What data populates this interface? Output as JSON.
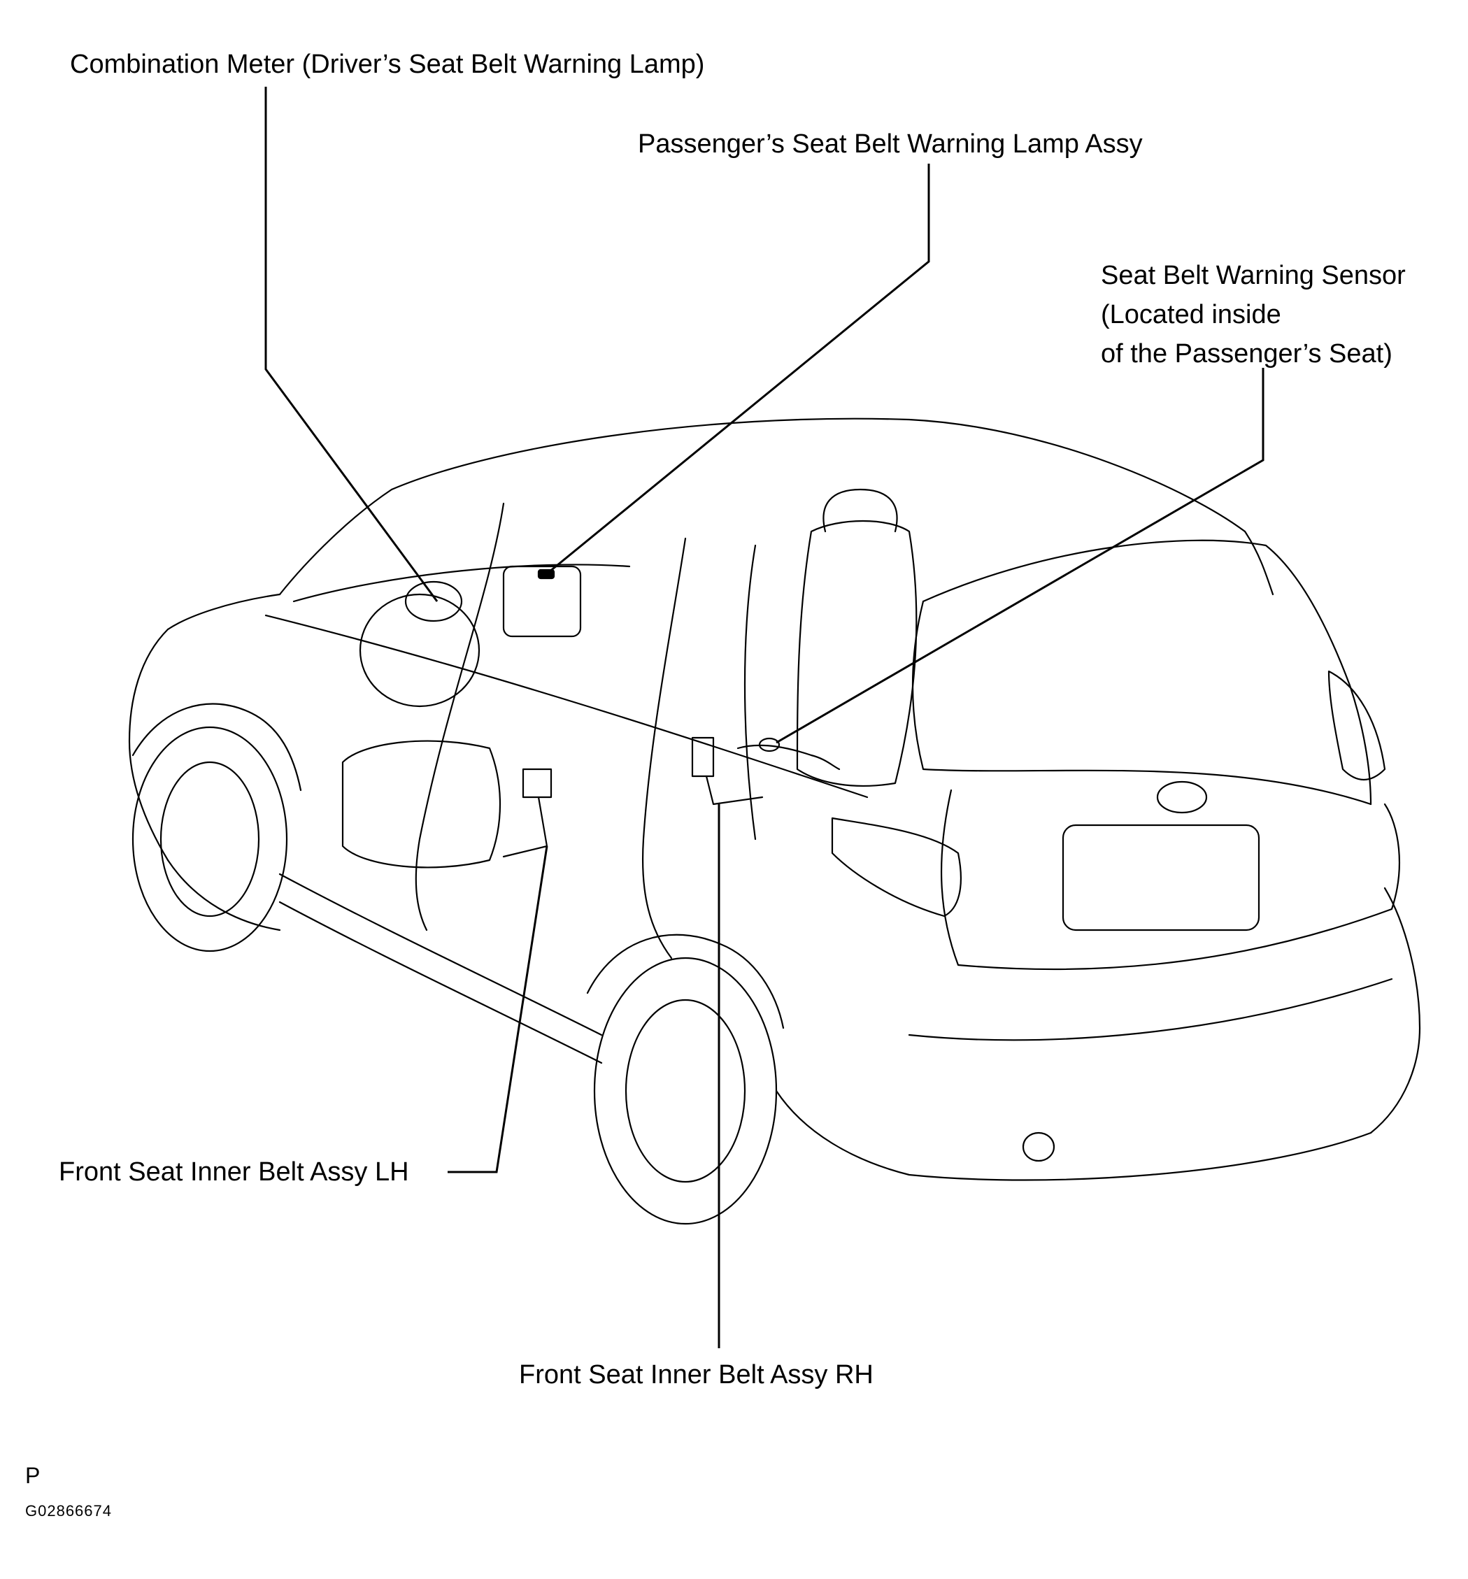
{
  "labels": {
    "combination_meter": "Combination Meter (Driver’s Seat Belt Warning Lamp)",
    "passenger_lamp": "Passenger’s Seat Belt Warning Lamp Assy",
    "sensor_line1": "Seat Belt Warning Sensor",
    "sensor_line2": "(Located inside",
    "sensor_line3": "of the Passenger’s Seat)",
    "inner_belt_lh": "Front Seat Inner Belt Assy LH",
    "inner_belt_rh": "Front Seat Inner Belt Assy RH"
  },
  "footer": {
    "code_letter": "P",
    "figure_id": "G02866674"
  }
}
